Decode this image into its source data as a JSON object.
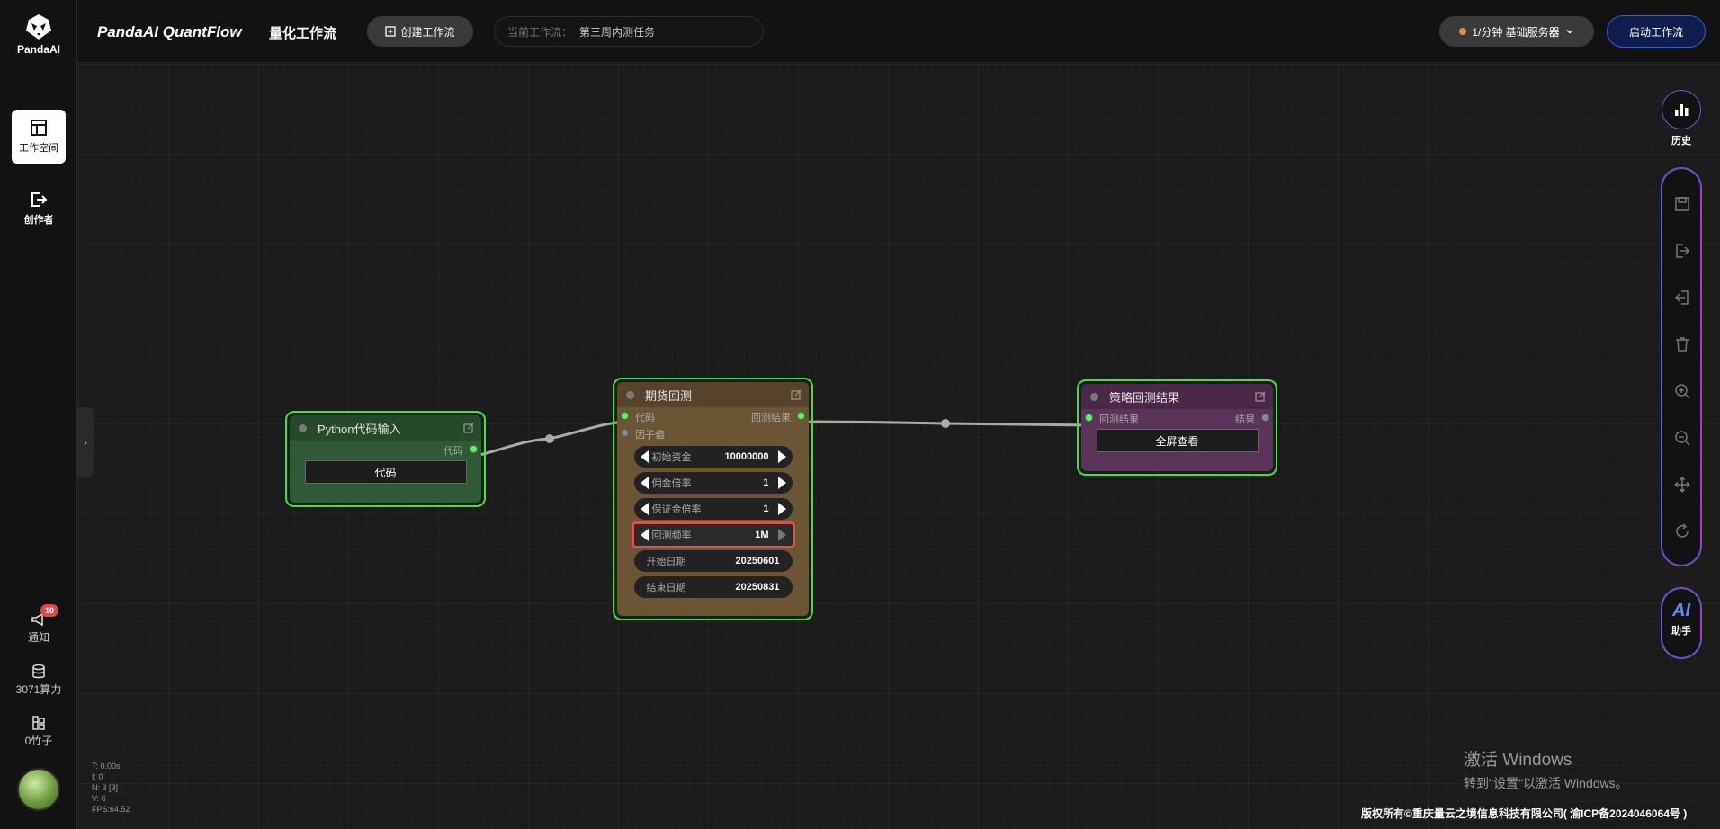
{
  "sidebar": {
    "logo_text": "PandaAI",
    "items": [
      {
        "label": "工作空间"
      },
      {
        "label": "创作者"
      }
    ],
    "bottom": {
      "notify_label": "通知",
      "notify_count": "10",
      "compute_label": "3071算力",
      "bamboo_label": "0竹子"
    }
  },
  "topbar": {
    "brand": "PandaAI QuantFlow",
    "subtitle": "量化工作流",
    "create_label": "创建工作流",
    "current_label": "当前工作流：",
    "current_value": "第三周内测任务",
    "server_label": "1/分钟  基础服务器",
    "start_label": "启动工作流"
  },
  "nodes": {
    "python": {
      "title": "Python代码输入",
      "output_port": "代码",
      "input_button": "代码"
    },
    "futures": {
      "title": "期货回测",
      "input_port_1": "代码",
      "input_port_2": "因子值",
      "output_port": "回测结果",
      "widgets": [
        {
          "label": "初始资金",
          "value": "10000000"
        },
        {
          "label": "佣金倍率",
          "value": "1"
        },
        {
          "label": "保证金倍率",
          "value": "1"
        },
        {
          "label": "回测频率",
          "value": "1M"
        },
        {
          "label": "开始日期",
          "value": "20250601"
        },
        {
          "label": "结束日期",
          "value": "20250831"
        }
      ]
    },
    "result": {
      "title": "策略回测结果",
      "input_port": "回测结果",
      "output_port": "结果",
      "button": "全屏查看"
    }
  },
  "right_toolbar": {
    "history_label": "历史",
    "ai_text": "AI",
    "ai_label": "助手"
  },
  "stats": {
    "t": "T: 0.00s",
    "i": "I: 0",
    "n": "N: 3 [3]",
    "v": "V: 6",
    "fps": "FPS:64.52"
  },
  "watermark": {
    "line1": "激活 Windows",
    "line2": "转到\"设置\"以激活 Windows。"
  },
  "copyright": "版权所有©重庆量云之境信息科技有限公司( 渝ICP备2024046064号 )",
  "colors": {
    "node_border": "#3fe43a",
    "python_node": "#2f5a35",
    "futures_node": "#6b5535",
    "result_node": "#5a3358",
    "highlight": "#e04f4f",
    "accent": "#3b5bd6"
  }
}
